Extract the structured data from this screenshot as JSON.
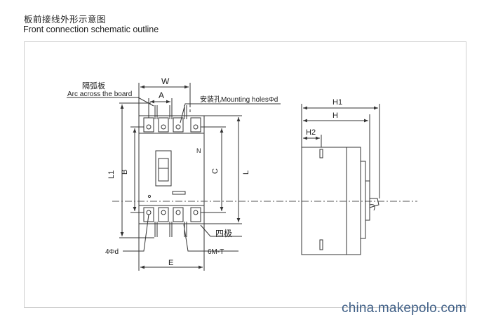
{
  "title": {
    "cn": "板前接线外形示意图",
    "en": "Front connection schematic outline"
  },
  "labels": {
    "W": "W",
    "A": "A",
    "B": "B",
    "C": "C",
    "L": "L",
    "L1": "L1",
    "N": "N",
    "E": "E",
    "H1": "H1",
    "H": "H",
    "H2": "H2",
    "arc_board_cn": "隔弧板",
    "arc_board_en": "Arc across the board",
    "mounting_holes": "安装孔Mounting holesΦd",
    "four_pole": "四极",
    "hole_4phi": "4Φd",
    "screw": "6M-T"
  },
  "watermark": "china.makepolo.com"
}
